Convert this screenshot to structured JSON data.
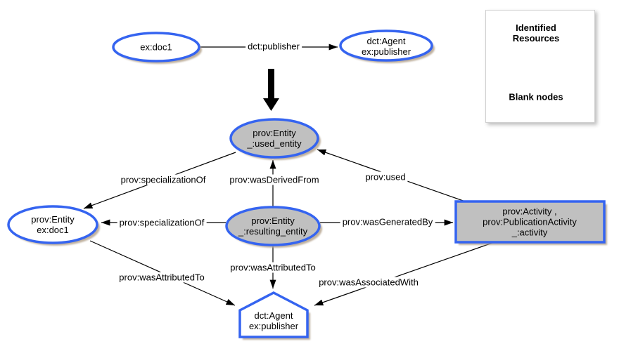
{
  "colors": {
    "node_border_blue": "#3564f0",
    "blank_node_fill": "#c0c0c0",
    "identified_fill": "#ffffff",
    "shadow": "#b5a48e",
    "edge_black": "#000000"
  },
  "nodes": {
    "doc1_top": {
      "label": "ex:doc1"
    },
    "agent_top": {
      "line1": "dct:Agent",
      "line2": "ex:publisher"
    },
    "used_entity": {
      "line1": "prov:Entity",
      "line2": "_:used_entity"
    },
    "entity_doc1": {
      "line1": "prov:Entity",
      "line2": "ex:doc1"
    },
    "resulting_entity": {
      "line1": "prov:Entity",
      "line2": "_:resulting_entity"
    },
    "activity": {
      "line1": "prov:Activity ,",
      "line2": "prov:PublicationActivity",
      "line3": "_:activity"
    },
    "agent_bottom": {
      "line1": "dct:Agent",
      "line2": "ex:publisher"
    }
  },
  "edges": {
    "dct_publisher": {
      "label": "dct:publisher"
    },
    "specialization_of_used": {
      "label": "prov:specializationOf"
    },
    "was_derived_from": {
      "label": "prov:wasDerivedFrom"
    },
    "used": {
      "label": "prov:used"
    },
    "specialization_of_resulting": {
      "label": "prov:specializationOf"
    },
    "was_generated_by": {
      "label": "prov:wasGeneratedBy"
    },
    "was_attributed_to_left": {
      "label": "prov:wasAttributedTo"
    },
    "was_attributed_to_center": {
      "label": "prov:wasAttributedTo"
    },
    "was_associated_with": {
      "label": "prov:wasAssociatedWith"
    }
  },
  "legend": {
    "identified": {
      "line1": "Identified",
      "line2": "Resources"
    },
    "blank": {
      "label": "Blank nodes"
    }
  }
}
